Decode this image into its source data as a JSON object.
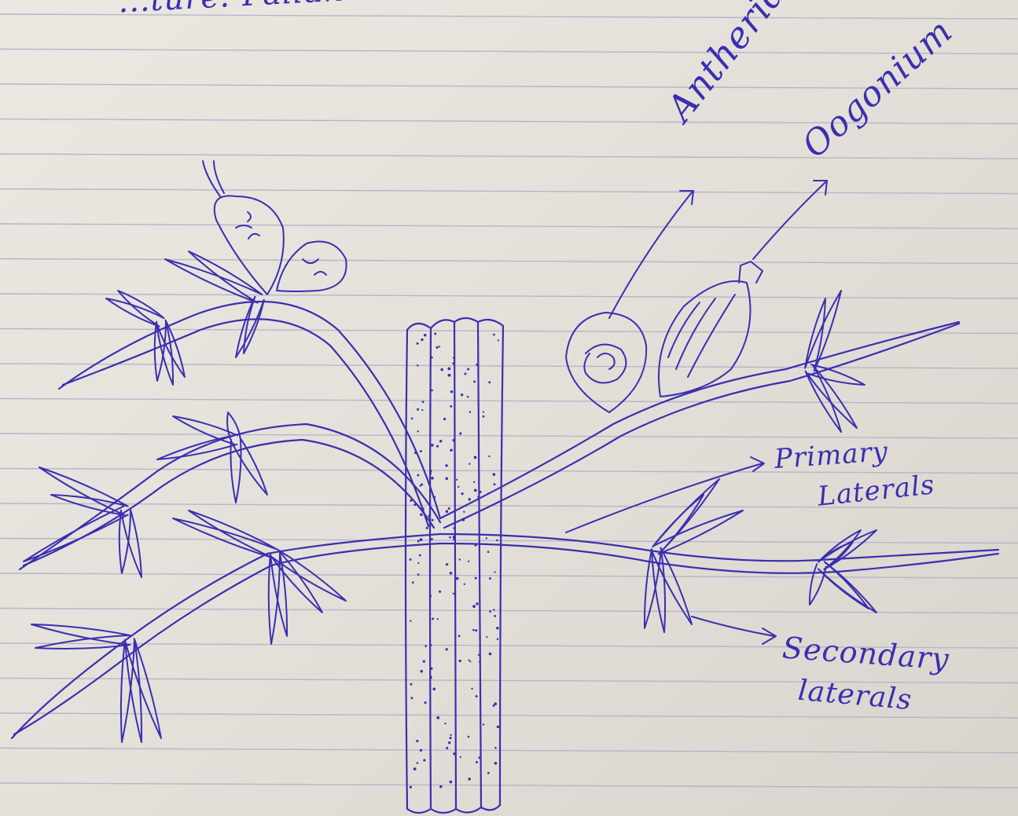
{
  "diagram": {
    "heading": "...ture: Pallan",
    "labels": {
      "antheridium": "Antheridium",
      "oogonium": "Oogonium",
      "primary_laterals_line1": "Primary",
      "primary_laterals_line2": "Laterals",
      "secondary_laterals_line1": "Secondary",
      "secondary_laterals_line2": "laterals"
    }
  },
  "colors": {
    "ink": "#3a2fb0",
    "paper": "#e6e2dc",
    "rule_line": "#b9b3c8"
  }
}
